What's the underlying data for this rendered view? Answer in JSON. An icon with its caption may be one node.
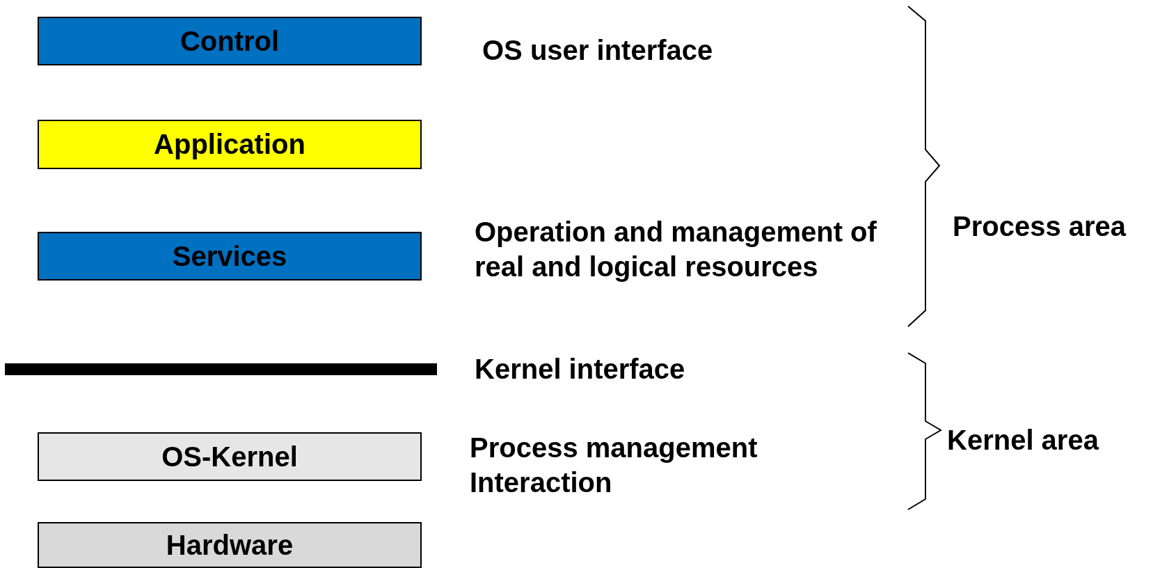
{
  "diagram": {
    "nodes": [
      {
        "text": [
          "Control"
        ],
        "beside": [
          "OS user interface"
        ]
      },
      {
        "text": [
          "Application"
        ]
      },
      {
        "text": [
          "Services"
        ],
        "beside": [
          "Operation and management of real and logical resources"
        ]
      },
      {
        "text": [],
        "shape": "bar",
        "beside": [
          "Kernel interface"
        ]
      },
      {
        "text": [
          "OS-Kernel"
        ],
        "beside": [
          "Process management",
          "Interaction"
        ]
      },
      {
        "text": [
          "Hardware"
        ]
      }
    ],
    "labels": [
      "Process area",
      "Kernel area"
    ]
  }
}
